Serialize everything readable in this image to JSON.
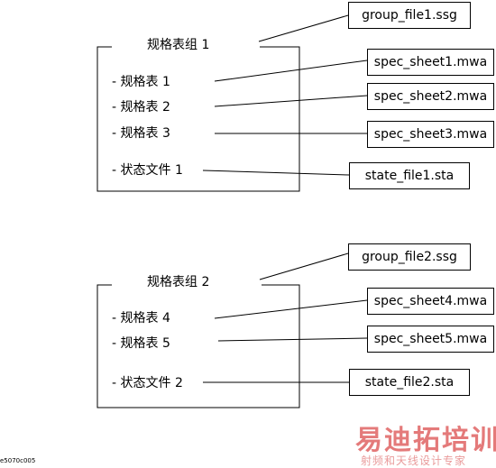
{
  "groups": [
    {
      "title": "规格表组 1",
      "items": [
        "-  规格表 1",
        "-  规格表  2",
        "-  规格表  3"
      ],
      "state": "-  状态文件  1",
      "group_file": "group_file1.ssg",
      "sheet_files": [
        "spec_sheet1.mwa",
        "spec_sheet2.mwa",
        "spec_sheet3.mwa"
      ],
      "state_file": "state_file1.sta"
    },
    {
      "title": "规格表组 2",
      "items": [
        "-  规格表  4",
        "-  规格表  5"
      ],
      "state": "-  状态文件 2",
      "group_file": "group_file2.ssg",
      "sheet_files": [
        "spec_sheet4.mwa",
        "spec_sheet5.mwa"
      ],
      "state_file": "state_file2.sta"
    }
  ],
  "figure_id": "e5070c005",
  "watermark": {
    "main": "易迪拓培训",
    "sub": "射频和天线设计专家"
  }
}
